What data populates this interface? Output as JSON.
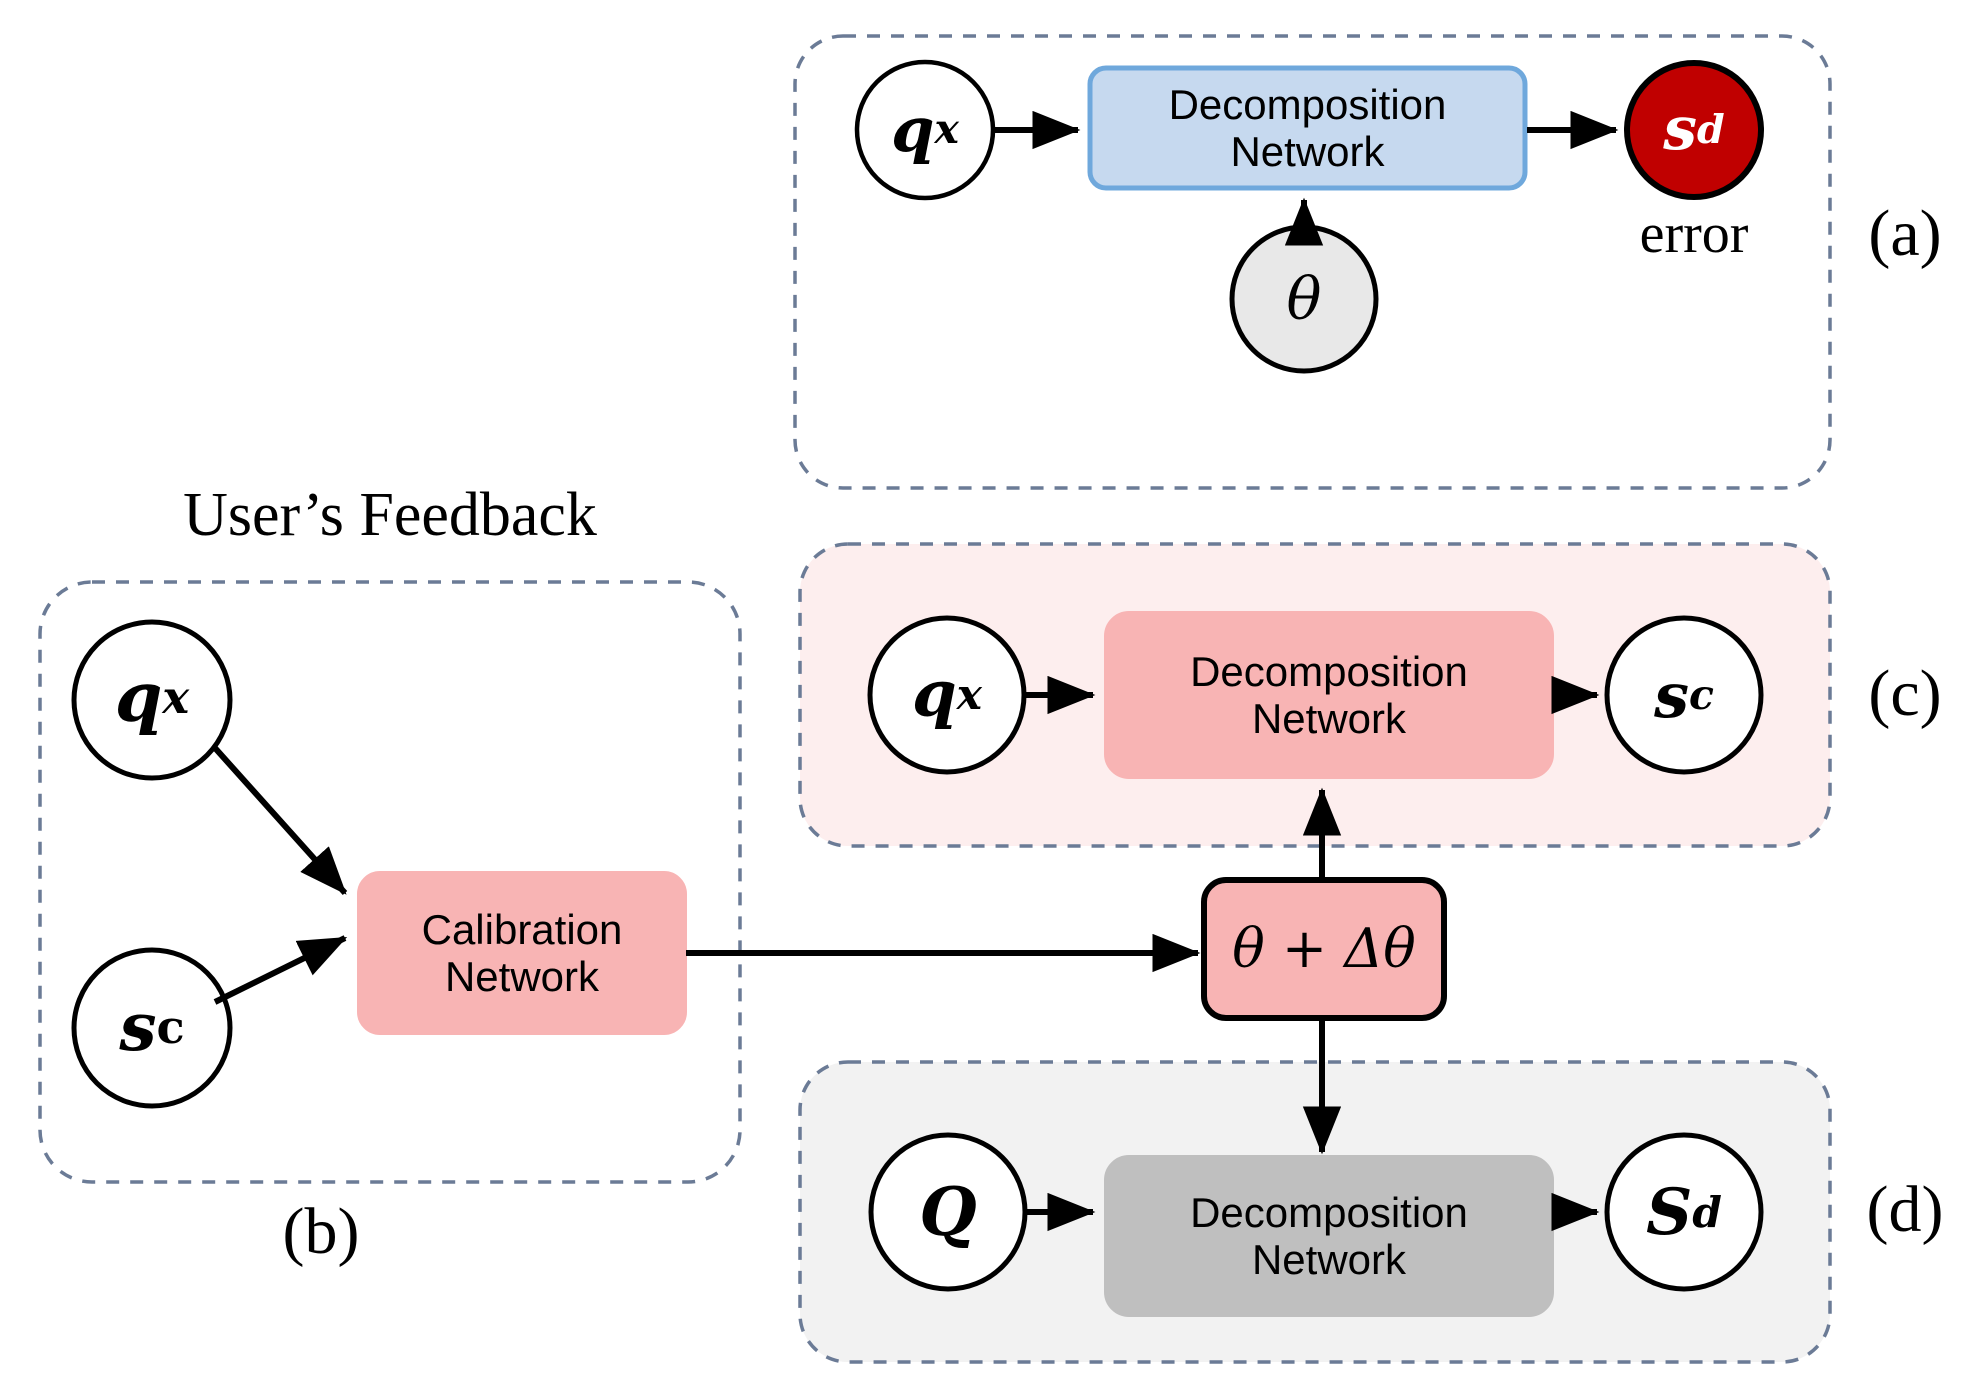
{
  "figure": {
    "title_caption": "User’s Feedback",
    "panels": [
      {
        "id": "a",
        "label": "(a)",
        "box_label": "Decomposition\nNetwork",
        "box_color": "#c6d9ef",
        "box_border_color": "#6fa8dc",
        "panel_fill": "#ffffff",
        "panel_border_color": "#6b7b96",
        "inputs": [
          {
            "name": "q_x",
            "base": "q",
            "sub": "x",
            "fill": "#ffffff",
            "text_color": "#000000"
          }
        ],
        "params": [
          {
            "name": "theta",
            "base": "θ",
            "sub": "",
            "fill": "#e8e8e8",
            "text_color": "#000000"
          }
        ],
        "outputs": [
          {
            "name": "s_d",
            "base": "s",
            "sub": "d",
            "fill": "#c00000",
            "text_color": "#ffffff"
          }
        ],
        "annotation": "error"
      },
      {
        "id": "b",
        "label": "(b)",
        "box_label": "Calibration\nNetwork",
        "box_color": "#f8b4b4",
        "box_border_color": "#f8b4b4",
        "panel_fill": "#ffffff",
        "panel_border_color": "#6b7b96",
        "inputs": [
          {
            "name": "q_x",
            "base": "q",
            "sub": "x",
            "fill": "#ffffff",
            "text_color": "#000000"
          },
          {
            "name": "s_c",
            "base": "s",
            "sub": "c",
            "fill": "#ffffff",
            "text_color": "#000000"
          }
        ],
        "params": [],
        "outputs": [],
        "annotation": ""
      },
      {
        "id": "c",
        "label": "(c)",
        "box_label": "Decomposition\nNetwork",
        "box_color": "#f8b4b4",
        "box_border_color": "#f8b4b4",
        "panel_fill": "#fdeeee",
        "panel_border_color": "#6b7b96",
        "inputs": [
          {
            "name": "q_x",
            "base": "q",
            "sub": "x",
            "fill": "#ffffff",
            "text_color": "#000000"
          }
        ],
        "params": [],
        "outputs": [
          {
            "name": "s_c",
            "base": "s",
            "sub": "c",
            "fill": "#ffffff",
            "text_color": "#000000"
          }
        ],
        "annotation": ""
      },
      {
        "id": "d",
        "label": "(d)",
        "box_label": "Decomposition\nNetwork",
        "box_color": "#bfbfbf",
        "box_border_color": "#bfbfbf",
        "panel_fill": "#f2f2f2",
        "panel_border_color": "#6b7b96",
        "inputs": [
          {
            "name": "Q",
            "base": "Q",
            "sub": "",
            "fill": "#ffffff",
            "text_color": "#000000"
          }
        ],
        "params": [],
        "outputs": [
          {
            "name": "S_d",
            "base": "S",
            "sub": "d",
            "fill": "#ffffff",
            "text_color": "#000000"
          }
        ],
        "annotation": ""
      }
    ],
    "shared_param_box": {
      "label": "θ + Δθ",
      "fill": "#f8b4b4",
      "border_color": "#000000"
    },
    "nodes": {
      "a_input": "q",
      "a_input_sub": "x",
      "a_theta": "θ",
      "a_output": "s",
      "a_output_sub": "d",
      "a_error": "error",
      "b_input1": "q",
      "b_input1_sub": "x",
      "b_input2": "s",
      "b_input2_sub": "c",
      "c_input": "q",
      "c_input_sub": "x",
      "c_output": "s",
      "c_output_sub": "c",
      "d_input": "Q",
      "d_output": "S",
      "d_output_sub": "d"
    },
    "box_labels": {
      "decomposition_line1": "Decomposition",
      "decomposition_line2": "Network",
      "calibration_line1": "Calibration",
      "calibration_line2": "Network"
    },
    "panel_labels": {
      "a": "(a)",
      "b": "(b)",
      "c": "(c)",
      "d": "(d)"
    },
    "colors": {
      "blue_fill": "#c6d9ef",
      "blue_border": "#6fa8dc",
      "pink_fill": "#f8b4b4",
      "pink_panel": "#fdeeee",
      "gray_fill": "#bfbfbf",
      "gray_panel": "#f2f2f2",
      "red_node": "#c00000",
      "theta_node": "#e8e8e8",
      "dashed_border": "#6b7b96",
      "stroke": "#000000"
    }
  }
}
